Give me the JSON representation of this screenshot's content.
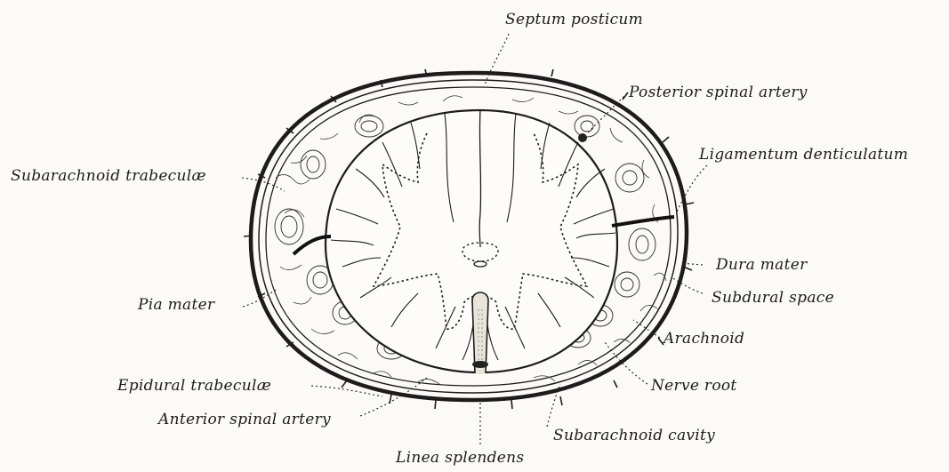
{
  "labels": {
    "septum_posticum": "Septum posticum",
    "posterior_spinal_artery": "Posterior spinal artery",
    "ligamentum_denticulatum": "Ligamentum denticulatum",
    "subarachnoid_trabeculae": "Subarachnoid trabeculæ",
    "dura_mater": "Dura mater",
    "subdural_space": "Subdural space",
    "pia_mater": "Pia mater",
    "arachnoid": "Arachnoid",
    "nerve_root": "Nerve root",
    "epidural_trabeculae": "Epidural trabeculæ",
    "anterior_spinal_artery": "Anterior spinal artery",
    "subarachnoid_cavity": "Subarachnoid cavity",
    "linea_splendens": "Linea splendens"
  },
  "colors": {
    "ink": "#1c1c1c",
    "paper": "#fbfaf6"
  }
}
